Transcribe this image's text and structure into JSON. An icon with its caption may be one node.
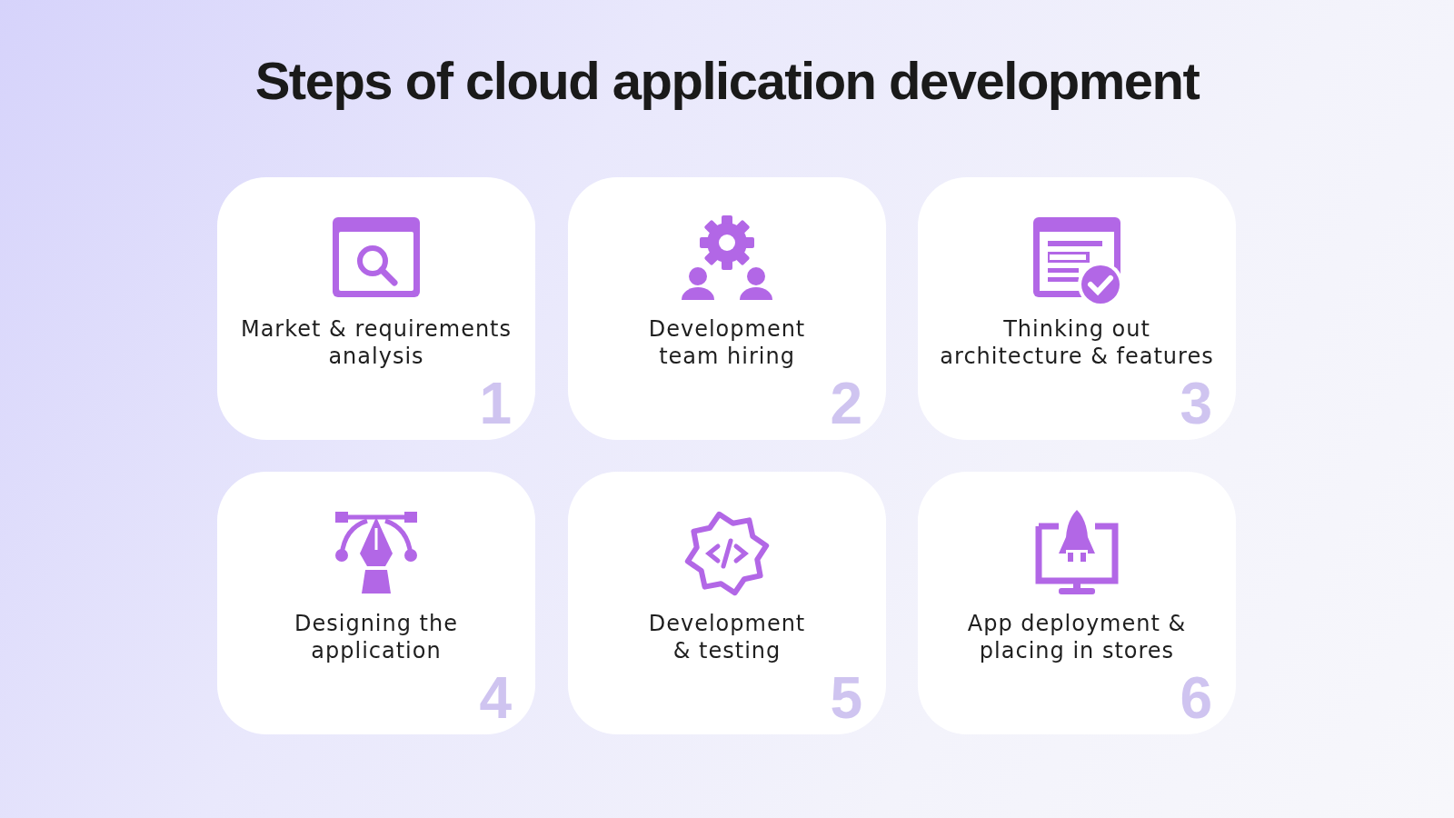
{
  "diagram": {
    "title": "Steps of cloud application development",
    "nodes": [
      {
        "text": [
          "Market & requirements analysis",
          "1"
        ]
      },
      {
        "text": [
          "Development team hiring",
          "2"
        ]
      },
      {
        "text": [
          "Thinking out architecture & features",
          "3"
        ]
      },
      {
        "text": [
          "Designing the application",
          "4"
        ]
      },
      {
        "text": [
          "Development & testing",
          "5"
        ]
      },
      {
        "text": [
          "App deployment & placing in stores",
          "6"
        ]
      }
    ]
  }
}
